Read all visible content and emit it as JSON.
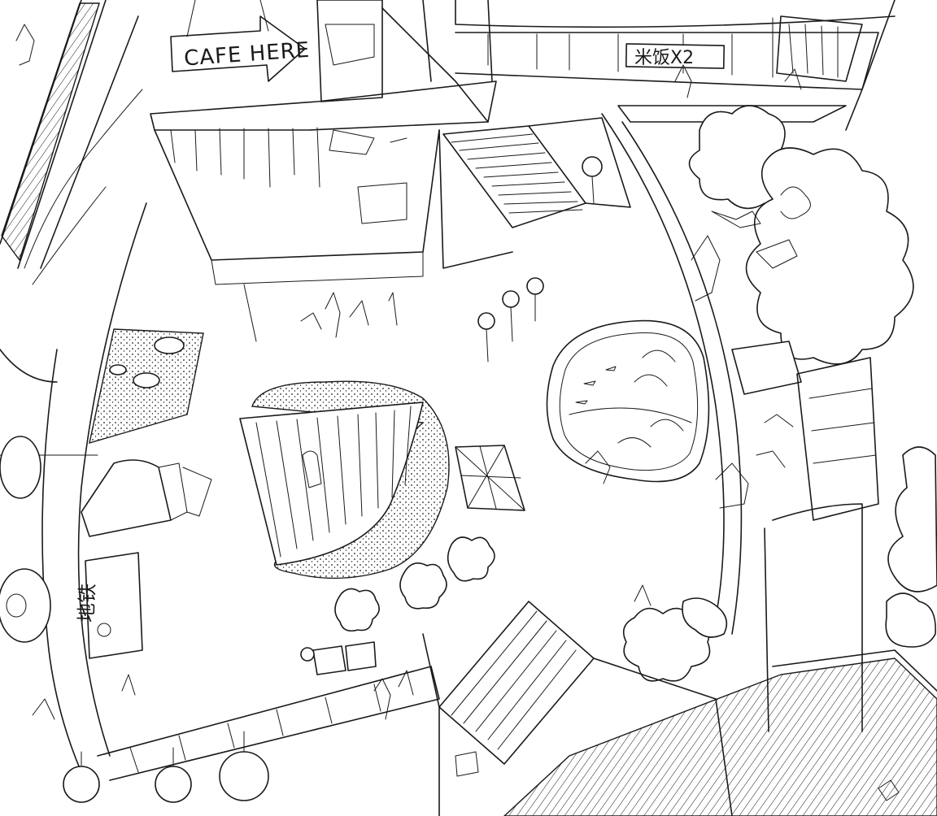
{
  "illustration": {
    "style": "black ink line drawing",
    "colors": {
      "ink": "#1a1a1a",
      "paper": "#ffffff"
    },
    "signs": {
      "cafe": "CAFE HERE",
      "rice": "米饭X2",
      "vertical_sign": "地铁"
    }
  }
}
